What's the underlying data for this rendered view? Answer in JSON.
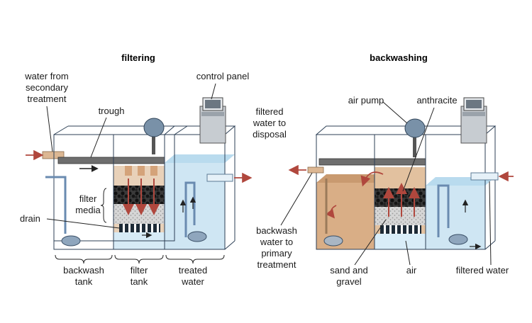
{
  "titles": {
    "left": "filtering",
    "right": "backwashing"
  },
  "left_labels": {
    "water_from": [
      "water from",
      "secondary",
      "treatment"
    ],
    "trough": "trough",
    "control_panel": "control panel",
    "filtered_to_disposal": [
      "filtered",
      "water to",
      "disposal"
    ],
    "filter_media": [
      "filter",
      "media"
    ],
    "drain": "drain",
    "backwash_tank": [
      "backwash",
      "tank"
    ],
    "filter_tank": [
      "filter",
      "tank"
    ],
    "treated_water": [
      "treated",
      "water"
    ]
  },
  "right_labels": {
    "air_pump": "air pump",
    "anthracite": "anthracite",
    "backwash_to_primary": [
      "backwash",
      "water to",
      "primary",
      "treatment"
    ],
    "sand_gravel": [
      "sand and",
      "gravel"
    ],
    "air": "air",
    "filtered_water": "filtered water"
  },
  "colors": {
    "water": "#cfe6f3",
    "sand_water": "#d9ae86",
    "anthracite": "#1e1e1e",
    "gravel": "#cfcfcf",
    "arrow": "#b0473d",
    "pump": "#8fa6bd"
  }
}
